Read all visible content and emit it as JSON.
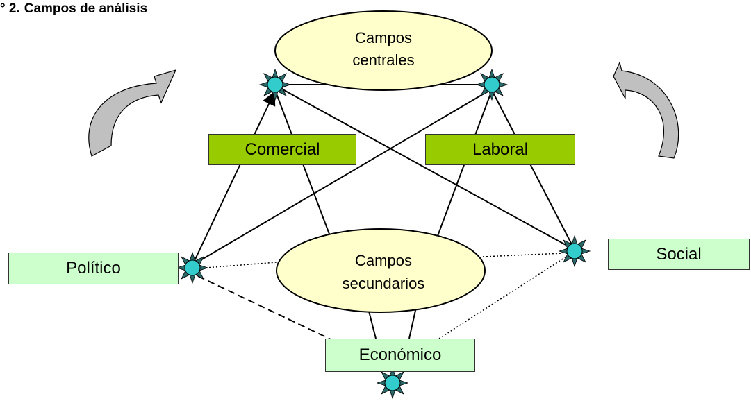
{
  "heading": {
    "prefix": "°",
    "number": "2.",
    "title": "Campos de análisis"
  },
  "nodes": {
    "central": {
      "line1": "Campos",
      "line2": "centrales"
    },
    "secondary": {
      "line1": "Campos",
      "line2": "secundarios"
    },
    "comercial": "Comercial",
    "laboral": "Laboral",
    "politico": "Político",
    "social": "Social",
    "economico": "Económico"
  },
  "colors": {
    "ellipse_fill": "#ffffcc",
    "green_box": "#99cc00",
    "mint_box": "#ccffcc",
    "star_fill": "#33cccc",
    "arrow_fill": "#c0c0c0"
  }
}
